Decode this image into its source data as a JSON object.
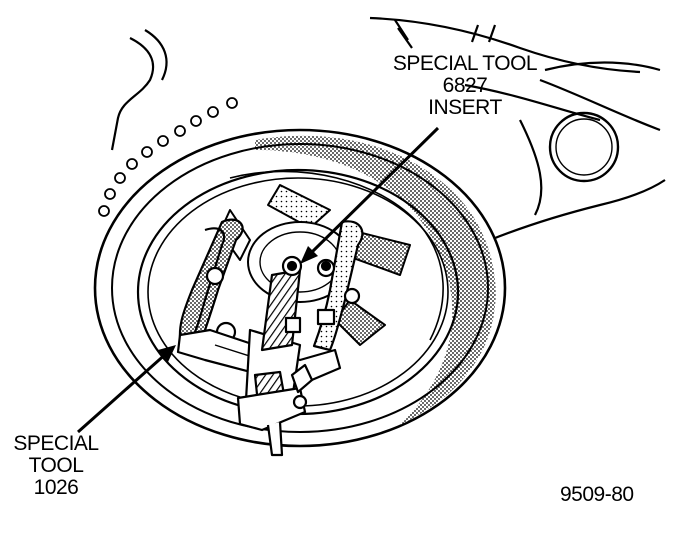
{
  "labels": {
    "special_tool_6827": {
      "line1": "SPECIAL TOOL",
      "line2": "6827",
      "line3": "INSERT"
    },
    "special_tool_1026": {
      "line1": "SPECIAL",
      "line2": "TOOL",
      "line3": "1026"
    },
    "figure_id": "9509-80"
  }
}
